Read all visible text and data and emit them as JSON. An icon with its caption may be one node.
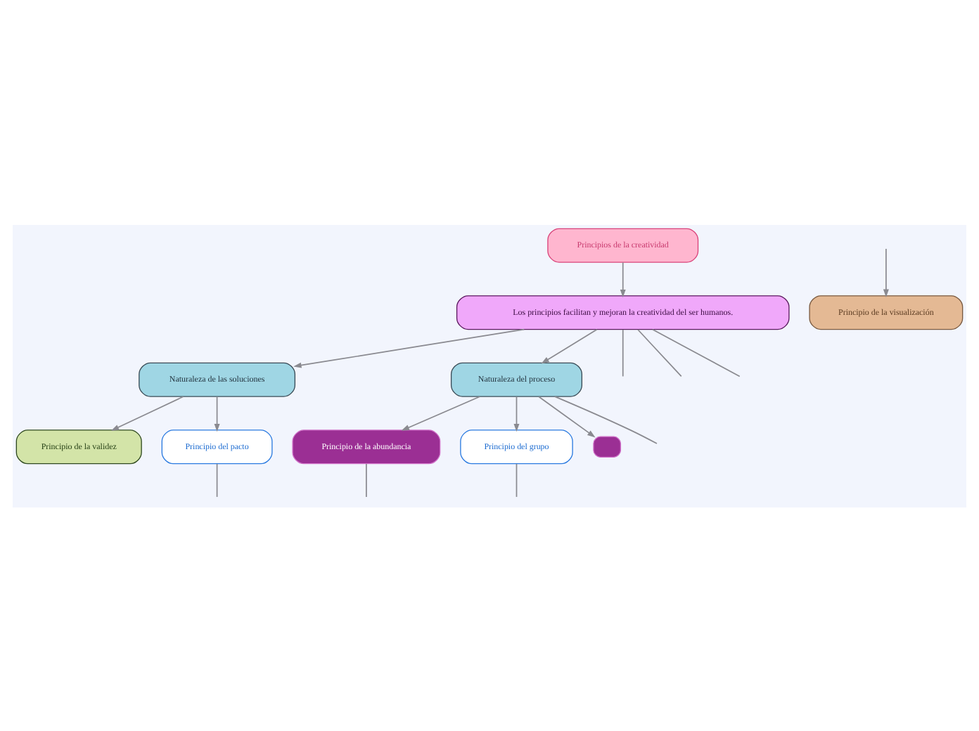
{
  "diagram": {
    "nodes": [
      {
        "text": [
          "Principios de la creatividad"
        ]
      },
      {
        "text": [
          "Los principios facilitan y mejoran la creatividad del ser humanos."
        ]
      },
      {
        "text": [
          "Naturaleza de las soluciones"
        ]
      },
      {
        "text": [
          "Naturaleza del proceso"
        ]
      },
      {
        "text": [
          "Principio de la visualización"
        ]
      },
      {
        "text": [
          "Principio de la validez"
        ]
      },
      {
        "text": [
          "Principio del pacto"
        ]
      },
      {
        "text": [
          "Principio de la abundancia"
        ]
      },
      {
        "text": [
          "Principio del grupo"
        ]
      },
      {
        "text": [],
        "shape": "box"
      }
    ],
    "edges": [
      {
        "from": 0,
        "to": 1,
        "arrow": "to"
      },
      {
        "from": 1,
        "to": null,
        "arrow": "none"
      },
      {
        "from": 1,
        "to": null,
        "arrow": "none"
      },
      {
        "from": 1,
        "to": 2,
        "arrow": "to"
      },
      {
        "from": 1,
        "to": 3,
        "arrow": "to"
      },
      {
        "from": 1,
        "to": null,
        "arrow": "none"
      },
      {
        "from": null,
        "to": 4,
        "arrow": "to"
      },
      {
        "from": 2,
        "to": 5,
        "arrow": "to"
      },
      {
        "from": 2,
        "to": 6,
        "arrow": "to"
      },
      {
        "from": 3,
        "to": 7,
        "arrow": "to"
      },
      {
        "from": 3,
        "to": 8,
        "arrow": "to"
      },
      {
        "from": 3,
        "to": 9,
        "arrow": "to"
      },
      {
        "from": 3,
        "to": null,
        "arrow": "none"
      },
      {
        "from": 6,
        "to": null,
        "arrow": "none"
      },
      {
        "from": 7,
        "to": null,
        "arrow": "none"
      },
      {
        "from": 8,
        "to": null,
        "arrow": "none"
      }
    ]
  }
}
